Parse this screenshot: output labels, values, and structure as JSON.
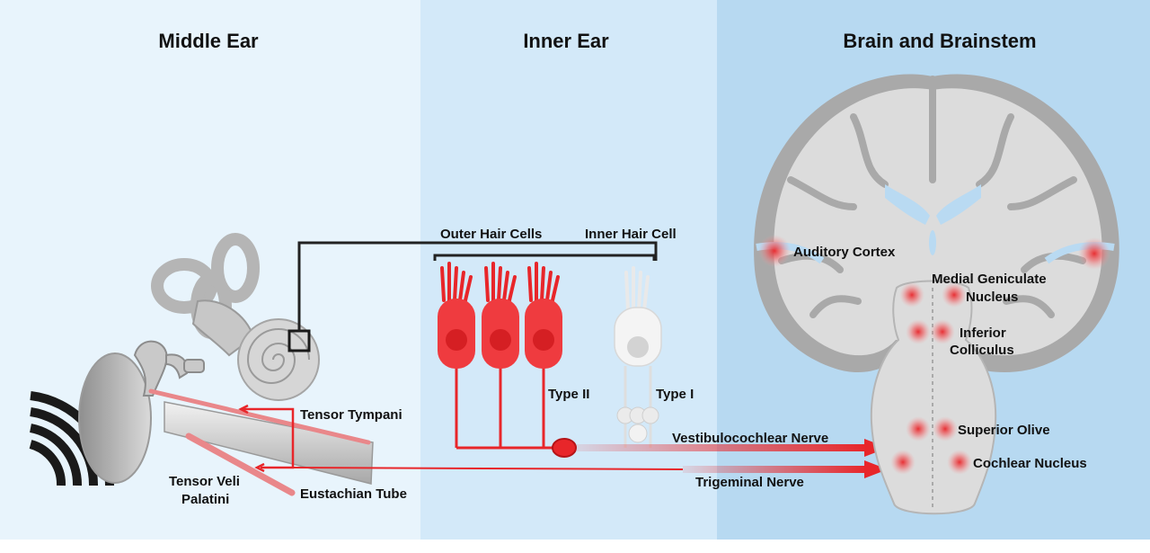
{
  "panels": {
    "middle_ear": {
      "title": "Middle Ear",
      "color": "#e8f4fc"
    },
    "inner_ear": {
      "title": "Inner Ear",
      "color": "#d3e9f9"
    },
    "brain": {
      "title": "Brain and Brainstem",
      "color": "#b7d9f1"
    }
  },
  "middle_ear_labels": {
    "tensor_tympani": "Tensor Tympani",
    "tensor_veli_palatini_1": "Tensor Veli",
    "tensor_veli_palatini_2": "Palatini",
    "eustachian_tube": "Eustachian Tube"
  },
  "inner_ear_labels": {
    "outer_hair_cells": "Outer Hair Cells",
    "inner_hair_cell": "Inner Hair Cell",
    "type_ii": "Type II",
    "type_i": "Type I"
  },
  "nerves": {
    "vestibulocochlear": "Vestibulocochlear Nerve",
    "trigeminal": "Trigeminal Nerve"
  },
  "brain_labels": {
    "auditory_cortex": "Auditory Cortex",
    "medial_geniculate_1": "Medial Geniculate",
    "medial_geniculate_2": "Nucleus",
    "inferior_colliculus_1": "Inferior",
    "inferior_colliculus_2": "Colliculus",
    "superior_olive": "Superior Olive",
    "cochlear_nucleus": "Cochlear Nucleus"
  },
  "colors": {
    "accent_red": "#e8262a",
    "brain_gray": "#9d9d9d",
    "brain_fill": "#dcdcdc",
    "connector": "#222222"
  }
}
